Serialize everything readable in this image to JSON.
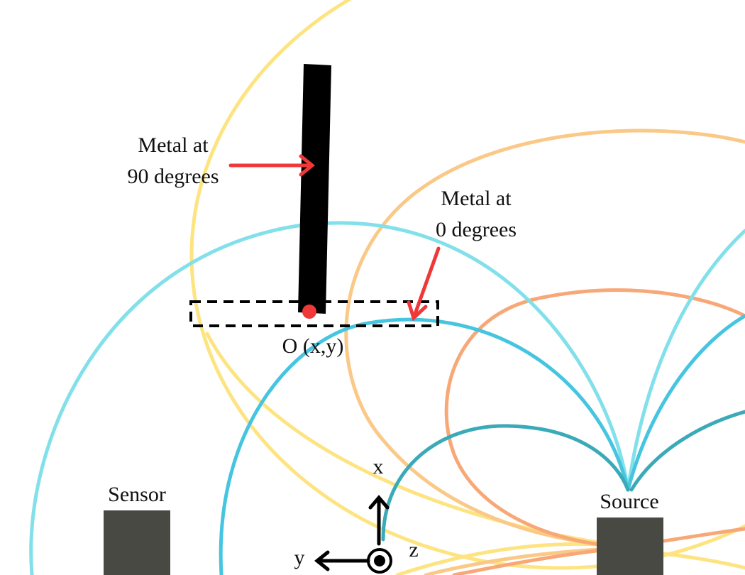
{
  "labels": {
    "metal_90_line1": "Metal at",
    "metal_90_line2": "90 degrees",
    "metal_0_line1": "Metal at",
    "metal_0_line2": "0 degrees",
    "origin": "O (x,y)",
    "sensor": "Sensor",
    "source": "Source",
    "axis_x": "x",
    "axis_y": "y",
    "axis_z": "z"
  },
  "colors": {
    "field_yellow": "#fde481",
    "field_light_orange": "#fbc987",
    "field_orange": "#f8a877",
    "field_light_cyan": "#82e0ea",
    "field_cyan": "#45c5e0",
    "field_teal": "#3aaab8",
    "metal": "#000000",
    "arrow_red": "#f03838",
    "block_gray": "#474942"
  }
}
